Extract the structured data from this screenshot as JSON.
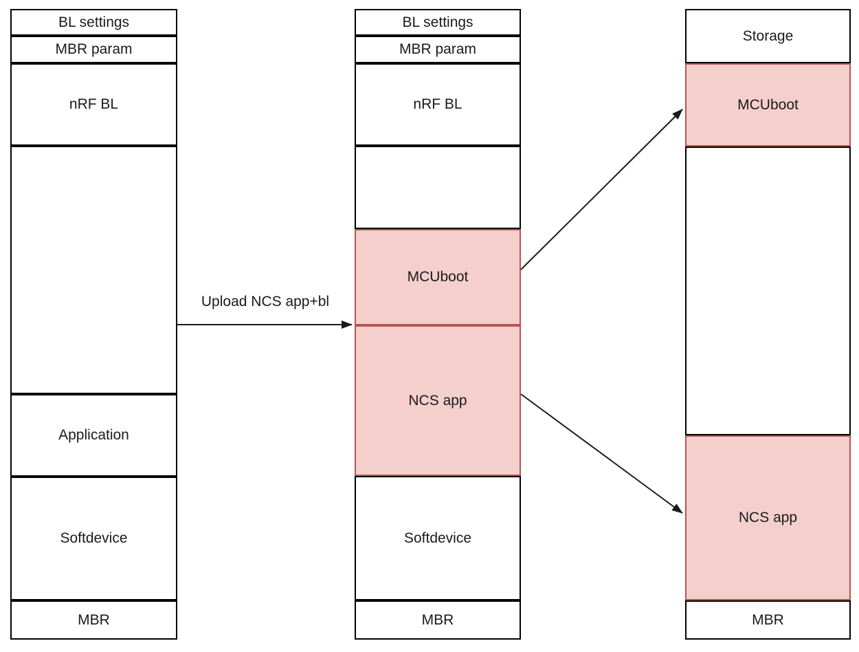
{
  "colors": {
    "background": "#ffffff",
    "box_border": "#000000",
    "highlight_fill": "#f4cfcc",
    "highlight_border": "#b85450",
    "text": "#1a1a1a",
    "arrow": "#1a1a1a"
  },
  "columns": [
    {
      "segments": [
        {
          "label": "BL settings",
          "highlighted": false
        },
        {
          "label": "MBR param",
          "highlighted": false
        },
        {
          "label": "nRF BL",
          "highlighted": false
        },
        {
          "label": "",
          "highlighted": false
        },
        {
          "label": "Application",
          "highlighted": false
        },
        {
          "label": "Softdevice",
          "highlighted": false
        },
        {
          "label": "MBR",
          "highlighted": false
        }
      ]
    },
    {
      "segments": [
        {
          "label": "BL settings",
          "highlighted": false
        },
        {
          "label": "MBR param",
          "highlighted": false
        },
        {
          "label": "nRF BL",
          "highlighted": false
        },
        {
          "label": "",
          "highlighted": false
        },
        {
          "label": "MCUboot",
          "highlighted": true
        },
        {
          "label": "NCS app",
          "highlighted": true
        },
        {
          "label": "Softdevice",
          "highlighted": false
        },
        {
          "label": "MBR",
          "highlighted": false
        }
      ]
    },
    {
      "segments": [
        {
          "label": "Storage",
          "highlighted": false
        },
        {
          "label": "MCUboot",
          "highlighted": true
        },
        {
          "label": "",
          "highlighted": false
        },
        {
          "label": "NCS app",
          "highlighted": true
        },
        {
          "label": "MBR",
          "highlighted": false
        }
      ]
    }
  ],
  "arrows": {
    "upload_label": "Upload NCS app+bl"
  }
}
